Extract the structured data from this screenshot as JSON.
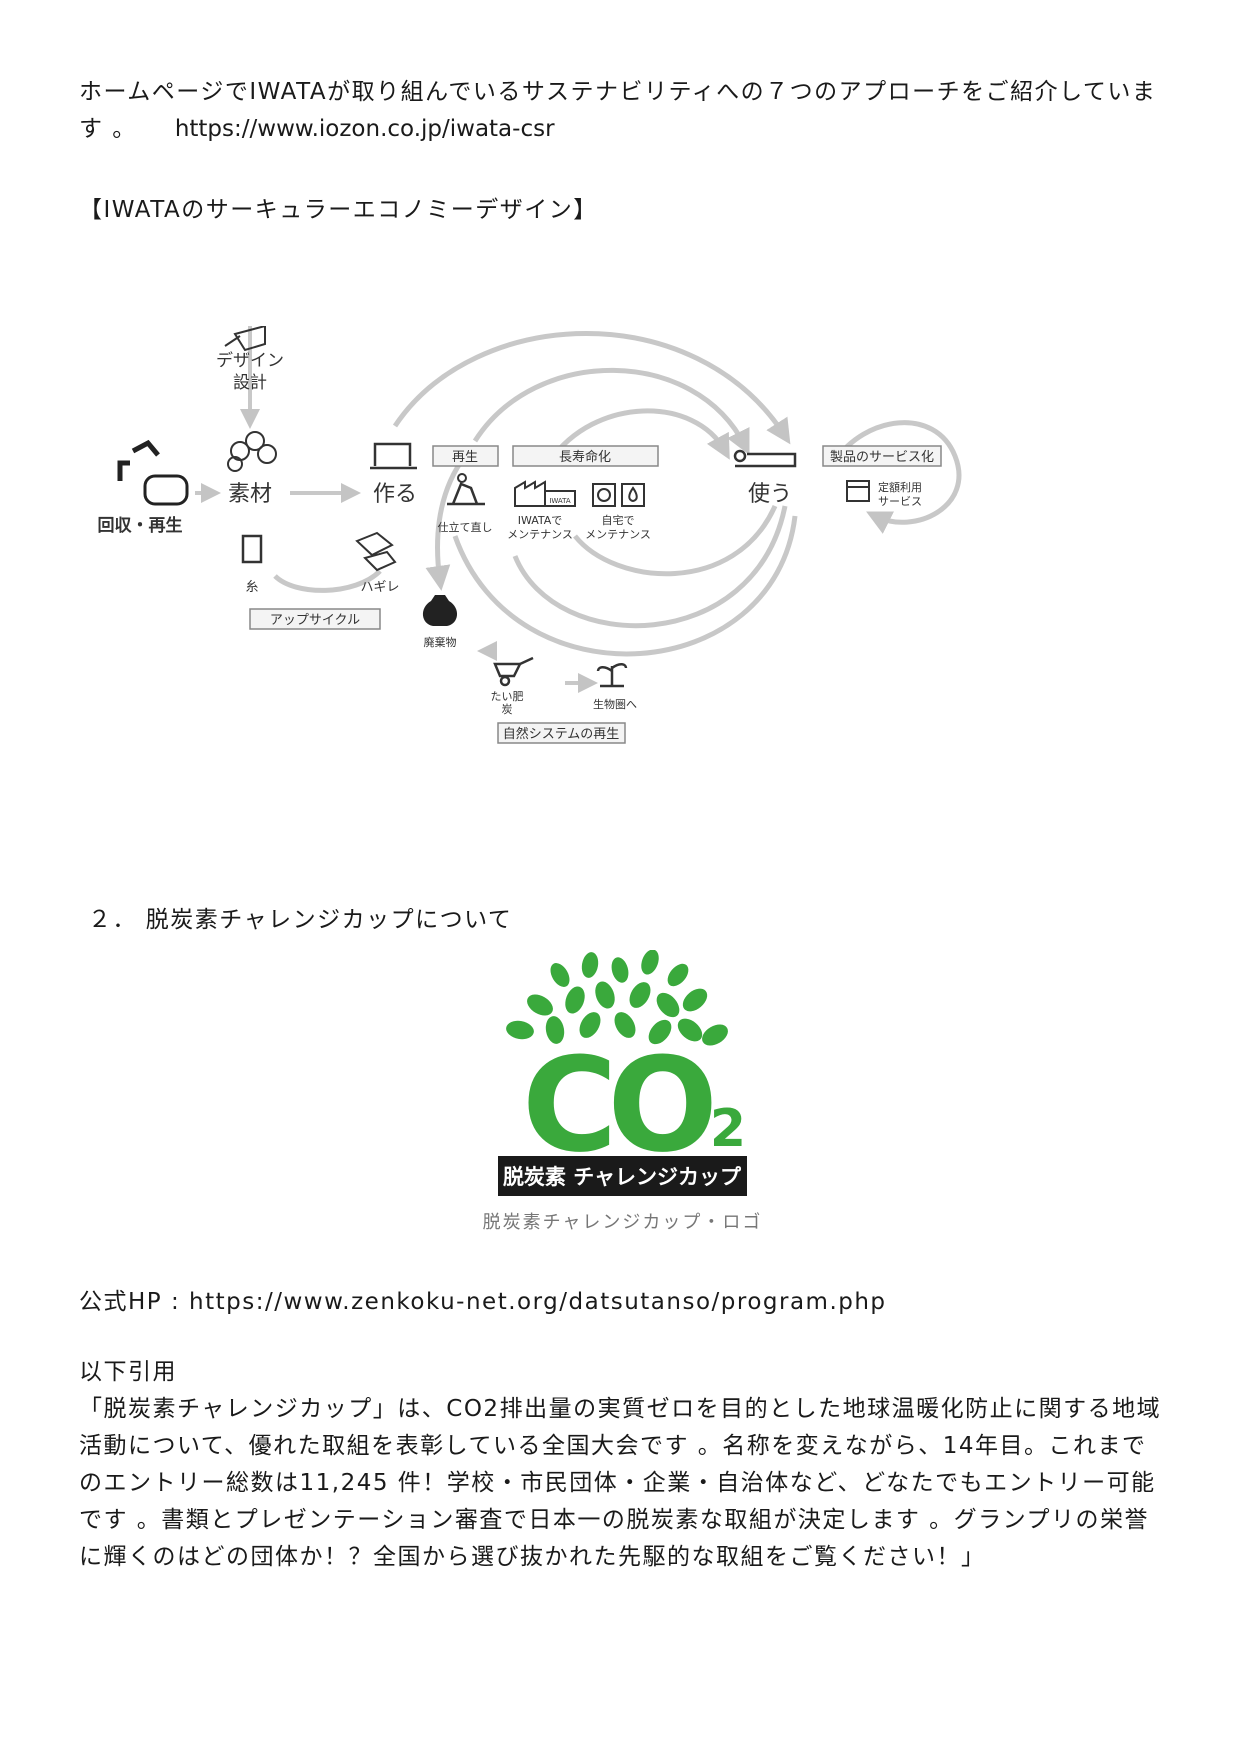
{
  "intro": {
    "text": "ホームページでIWATAが取り組んでいるサステナビリティへの７つのアプローチをご紹介しています 。",
    "url": "https://www.iozon.co.jp/iwata-csr"
  },
  "diagram_heading": "【IWATAのサーキュラーエコノミーデザイン】",
  "diagram": {
    "design_label_1": "デザイン",
    "design_label_2": "設計",
    "recycle_label": "回収・再生",
    "material_label": "素材",
    "make_label": "作る",
    "use_label": "使う",
    "thread_label": "糸",
    "scraps_label": "ハギレ",
    "upcycle_box": "アップサイクル",
    "regen_box": "再生",
    "longevity_box": "長寿命化",
    "service_box": "製品のサービス化",
    "tailoring_label": "仕立て直し",
    "iwata_maint_1": "IWATAで",
    "iwata_maint_2": "メンテナンス",
    "home_maint_1": "自宅で",
    "home_maint_2": "メンテナンス",
    "subscription_1": "定額利用",
    "subscription_2": "サービス",
    "waste_label": "廃棄物",
    "compost_1": "たい肥",
    "compost_2": "炭",
    "biosphere_label": "生物圏へ",
    "nature_box": "自然システムの再生",
    "iwata_badge": "IWATA",
    "accent_color": "#bdbdbd"
  },
  "section2_heading": "２．  脱炭素チャレンジカップについて",
  "logo": {
    "co_text": "CO",
    "sub_text": "2",
    "banner_text": "脱炭素 チャレンジカップ",
    "caption": "脱炭素チャレンジカップ・ロゴ",
    "green": "#3aa93c"
  },
  "official_hp": "公式HP : https://www.zenkoku-net.org/datsutanso/program.php",
  "quote_label": "以下引用",
  "quote_body": "「脱炭素チャレンジカップ」は、CO2排出量の実質ゼロを目的とした地球温暖化防止に関する地域活動について、優れた取組を表彰している全国大会です 。名称を変えながら、14年目。これまでのエントリー総数は11,245 件！学校・市民団体・企業・自治体など、どなたでもエントリー可能です 。書類とプレゼンテーション審査で日本一の脱炭素な取組が決定します 。グランプリの栄誉に輝くのはどの団体か！？全国から選び抜かれた先駆的な取組をご覧ください！」"
}
